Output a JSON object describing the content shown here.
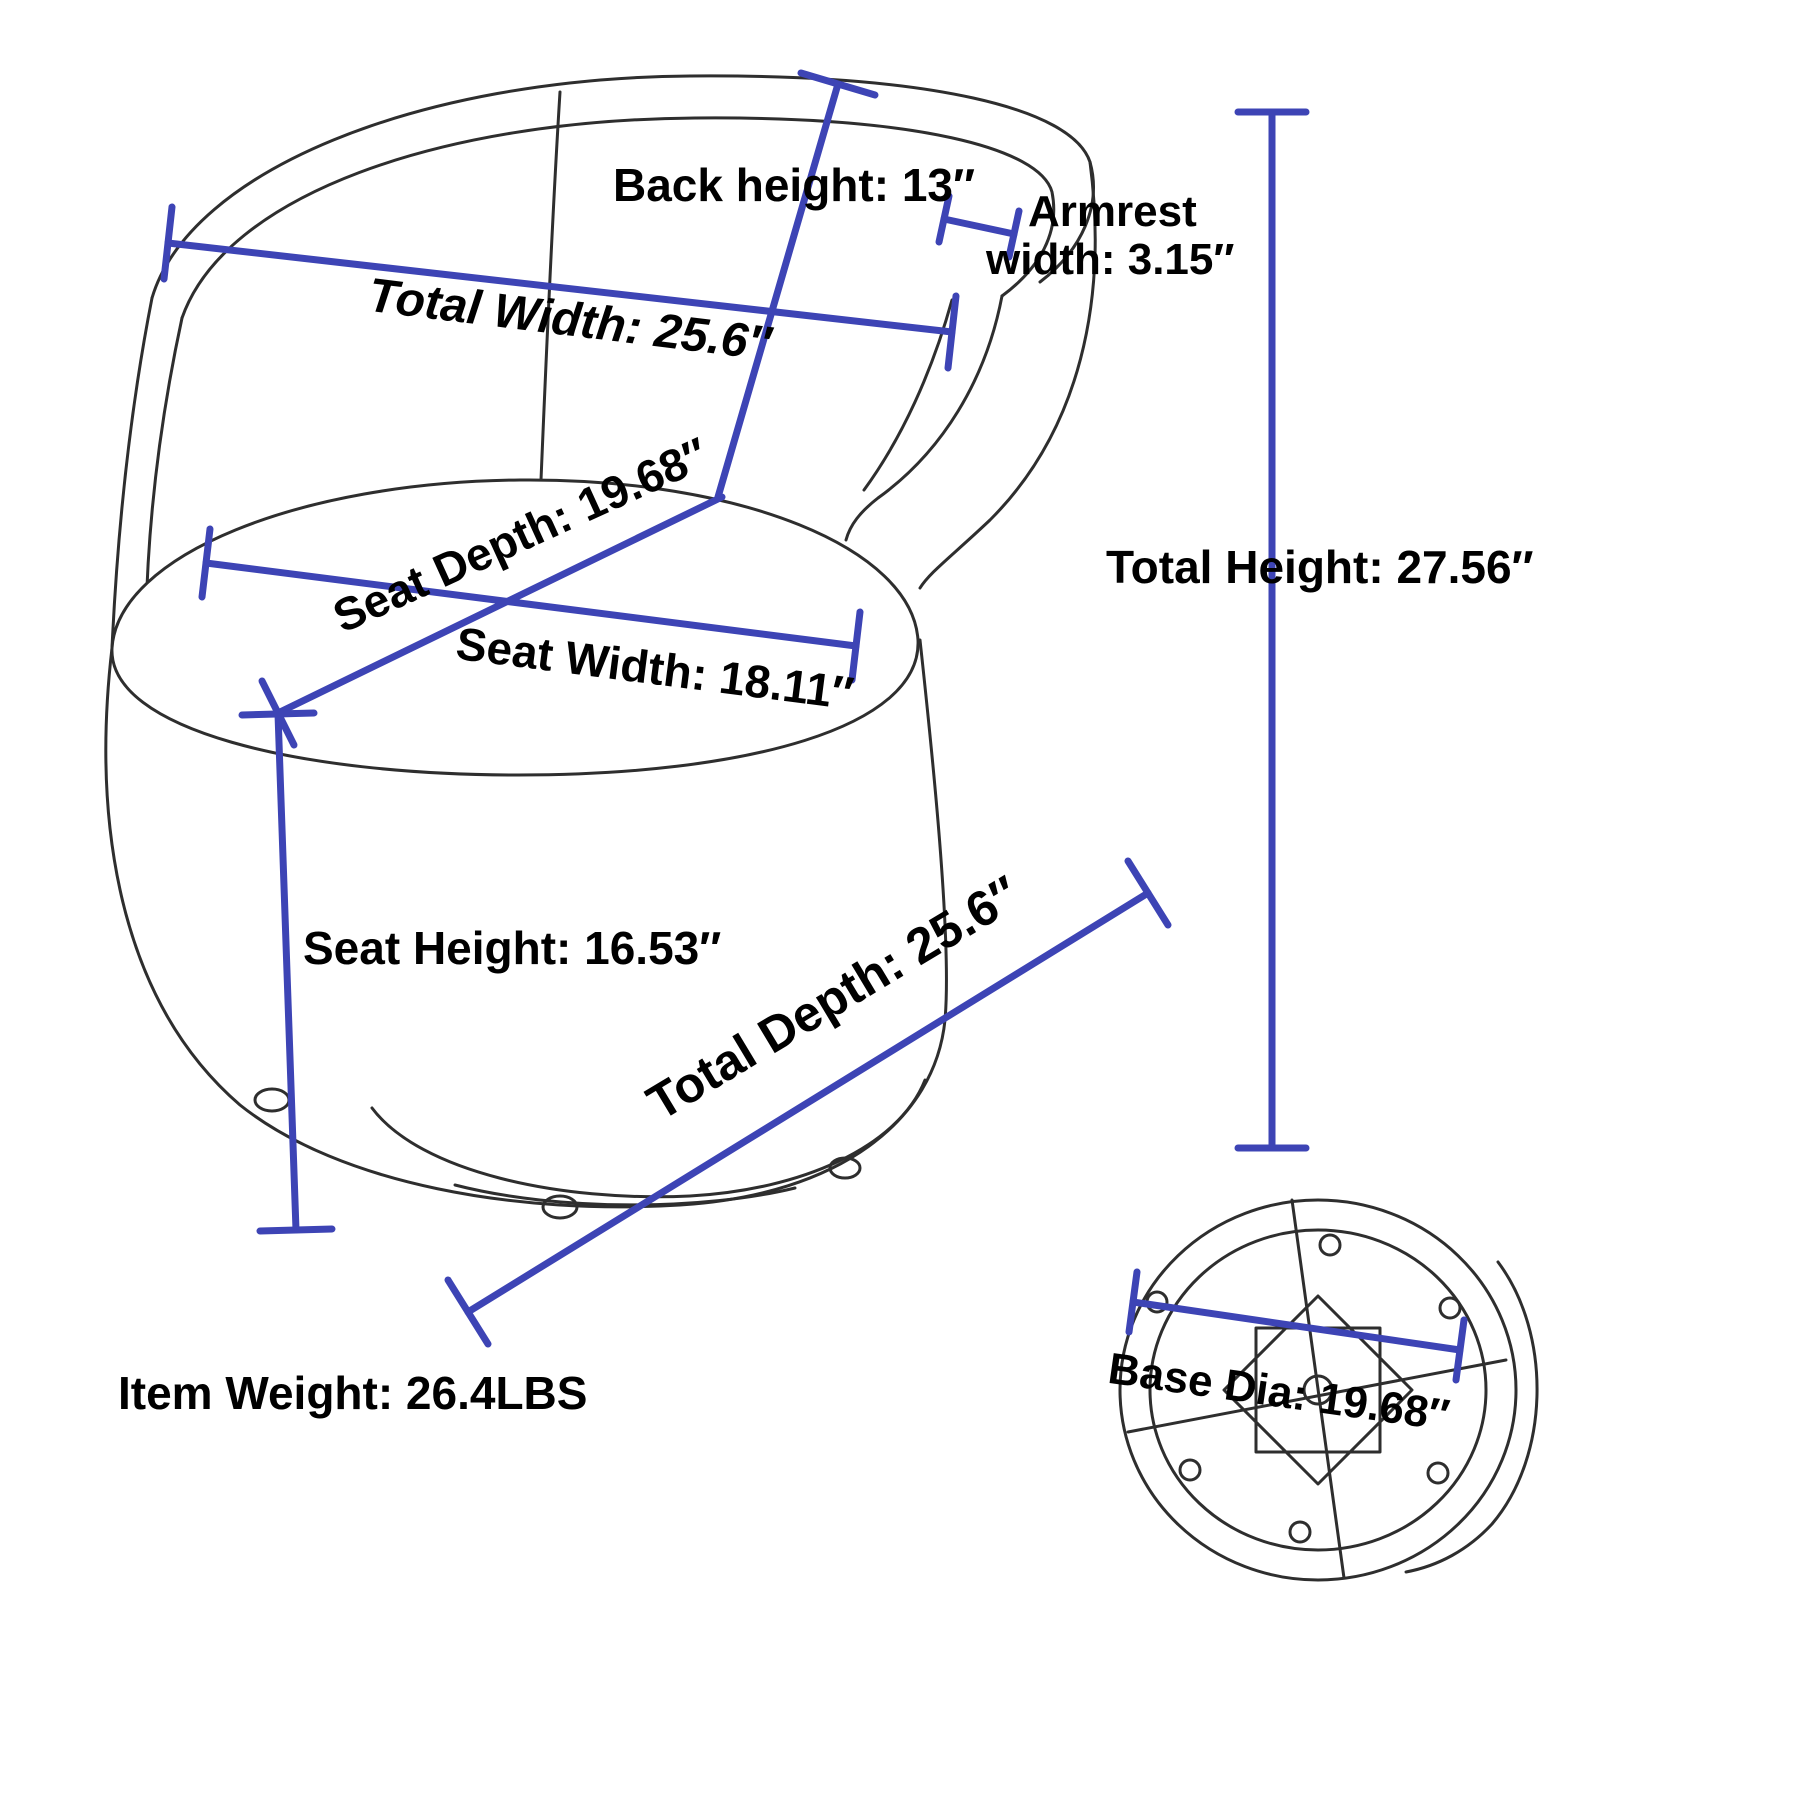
{
  "colors": {
    "dimension": "#3d44b5",
    "outline": "#2e2e2e",
    "text": "#000000",
    "background": "#ffffff"
  },
  "labels": {
    "back_height": "Back height: 13″",
    "armrest_line1": "Armrest",
    "armrest_line2": "width: 3.15″",
    "total_width": "Total Width: 25.6″",
    "seat_depth": "Seat Depth: 19.68″",
    "seat_width": "Seat Width: 18.11″",
    "total_height": "Total Height: 27.56″",
    "seat_height": "Seat Height: 16.53″",
    "total_depth": "Total Depth: 25.6″",
    "base_dia": "Base Dia: 19.68″",
    "item_weight": "Item Weight: 26.4LBS"
  }
}
